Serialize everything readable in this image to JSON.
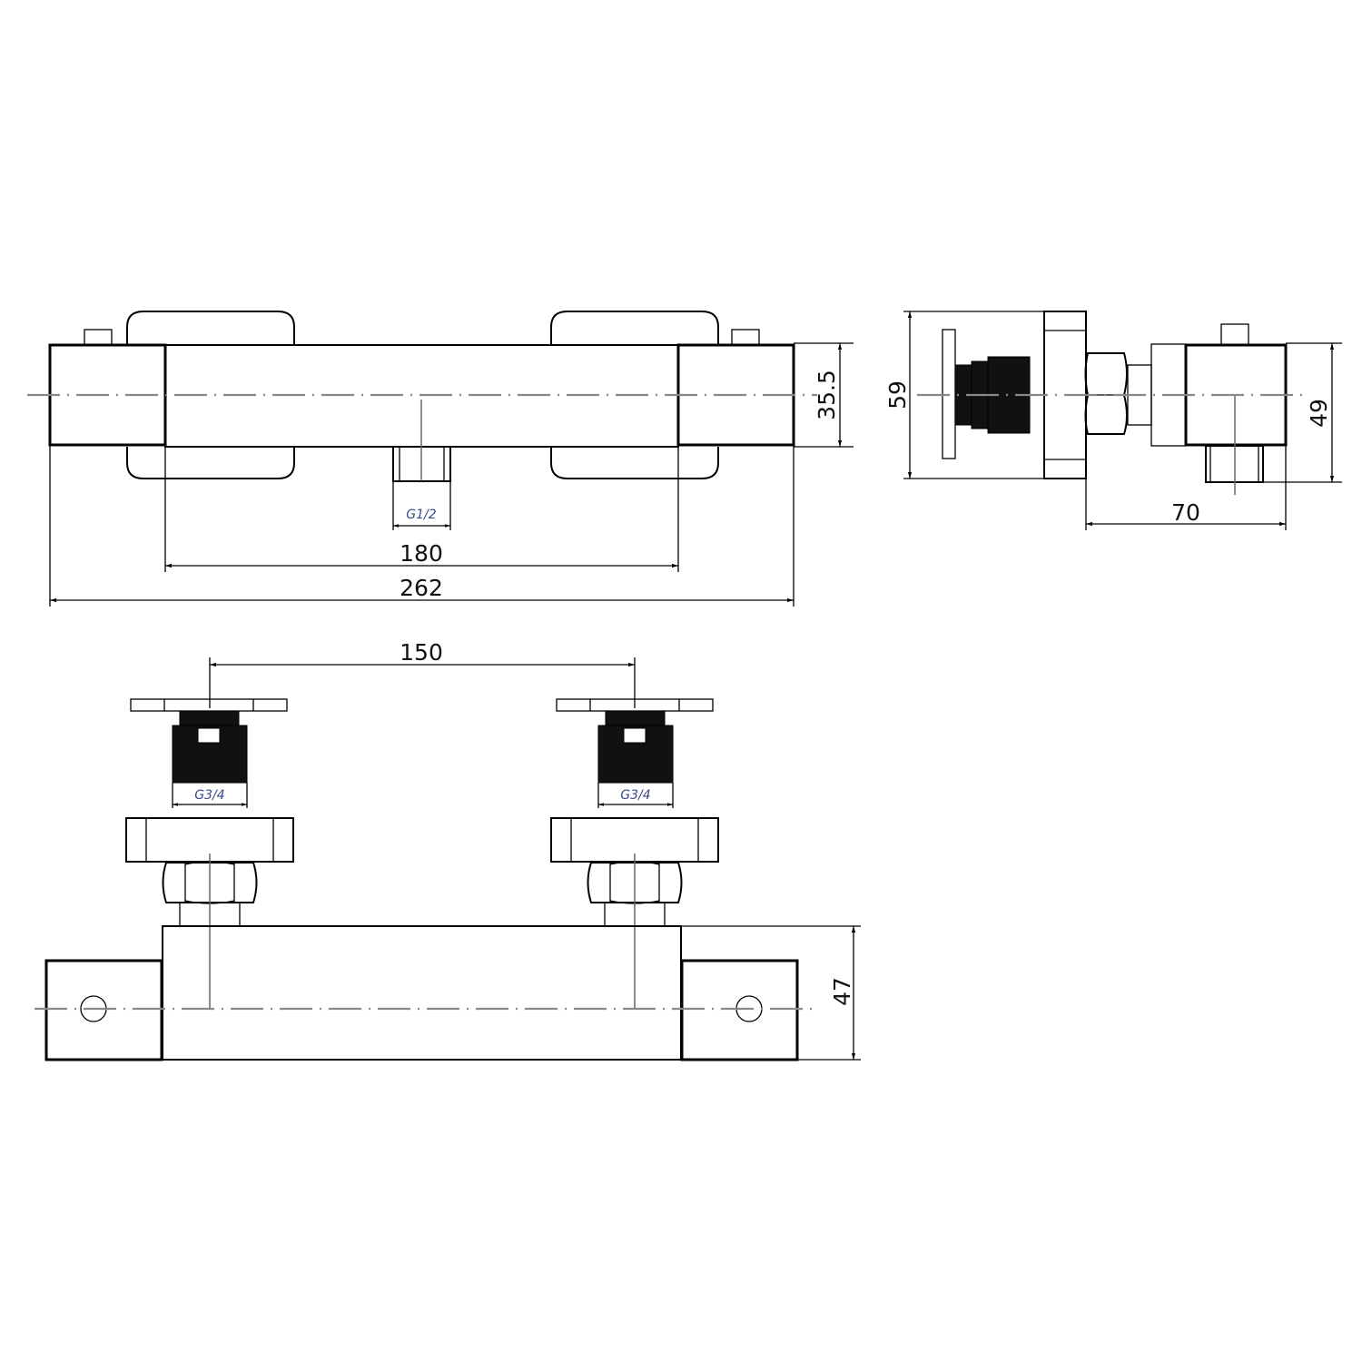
{
  "drawing": {
    "type": "technical dimension drawing",
    "subject": "wall-mounted thermostatic shower mixer bar",
    "units": "mm"
  },
  "views": {
    "front_view": {
      "dimensions": {
        "body_height": "35.5",
        "inner_length": "180",
        "overall_length": "262"
      },
      "thread_labels": {
        "outlet": "G1/2"
      }
    },
    "side_view": {
      "dimensions": {
        "overall_height": "59",
        "body_height": "49",
        "projection": "70"
      }
    },
    "top_view": {
      "dimensions": {
        "inlet_centres": "150",
        "body_depth": "47"
      },
      "thread_labels": {
        "left_inlet": "G3/4",
        "right_inlet": "G3/4"
      }
    }
  },
  "colors": {
    "line": "#000000",
    "centerline": "#888888",
    "thread_label": "#3a4a8a",
    "background": "#ffffff"
  }
}
